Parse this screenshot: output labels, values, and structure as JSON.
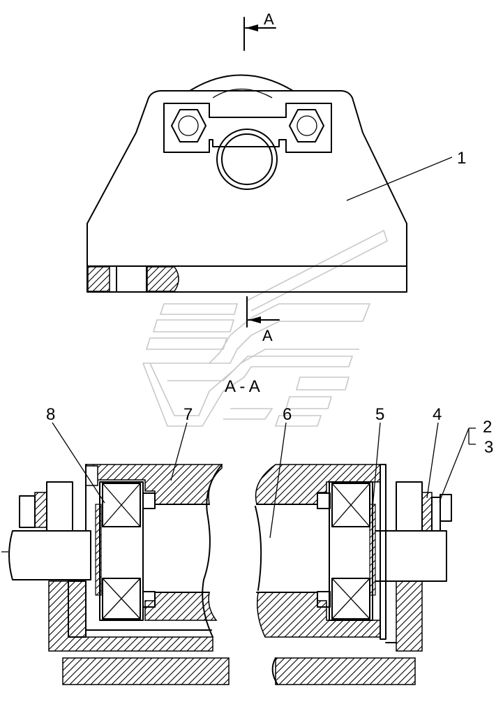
{
  "section": {
    "marker_top": "A",
    "marker_bottom": "A",
    "title": "A - A"
  },
  "callouts": [
    {
      "id": "1",
      "label": "1"
    },
    {
      "id": "2",
      "label": "2"
    },
    {
      "id": "3",
      "label": "3"
    },
    {
      "id": "4",
      "label": "4"
    },
    {
      "id": "5",
      "label": "5"
    },
    {
      "id": "6",
      "label": "6"
    },
    {
      "id": "7",
      "label": "7"
    },
    {
      "id": "8",
      "label": "8"
    }
  ],
  "colors": {
    "line": "#000000",
    "watermark": "#c8c8c8",
    "background": "#ffffff"
  }
}
